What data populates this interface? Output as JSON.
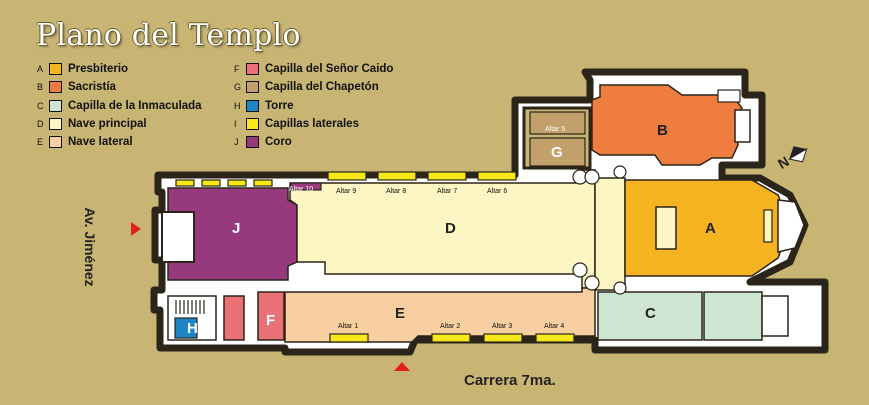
{
  "title": "Plano del Templo",
  "legend": [
    {
      "code": "A",
      "label": "Presbiterio",
      "color": "#f5b320"
    },
    {
      "code": "B",
      "label": "Sacristía",
      "color": "#ef7d3f"
    },
    {
      "code": "C",
      "label": "Capilla de la Inmaculada",
      "color": "#cfe6d3"
    },
    {
      "code": "D",
      "label": "Nave principal",
      "color": "#fbf6c2"
    },
    {
      "code": "E",
      "label": "Nave lateral",
      "color": "#f8cfa1"
    },
    {
      "code": "F",
      "label": "Capilla del Señor Caido",
      "color": "#ea7276"
    },
    {
      "code": "G",
      "label": "Capilla del Chapetón",
      "color": "#c1a06b"
    },
    {
      "code": "H",
      "label": "Torre",
      "color": "#1e86c6"
    },
    {
      "code": "I",
      "label": "Capillas laterales",
      "color": "#f7e81a"
    },
    {
      "code": "J",
      "label": "Coro",
      "color": "#973a7d"
    }
  ],
  "rooms": {
    "A": "A",
    "B": "B",
    "C": "C",
    "D": "D",
    "E": "E",
    "F": "F",
    "G": "G",
    "H": "H",
    "J": "J"
  },
  "altars": {
    "a1": "Altar 1",
    "a2": "Altar 2",
    "a3": "Altar 3",
    "a4": "Altar 4",
    "a5": "Altar 5",
    "a6": "Altar 6",
    "a7": "Altar 7",
    "a8": "Altar 8",
    "a9": "Altar 9",
    "a10": "Altar 10"
  },
  "streets": {
    "west": "Av. Jiménez",
    "south": "Carrera 7ma."
  },
  "north_label": "N"
}
